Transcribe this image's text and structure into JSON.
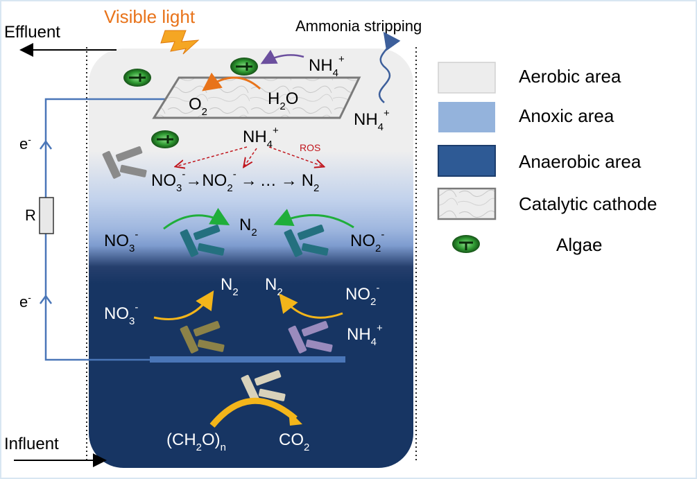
{
  "labels": {
    "visible_light": "Visible light",
    "ammonia_stripping": "Ammonia stripping",
    "effluent": "Effluent",
    "influent": "Influent",
    "resistor": "R",
    "electron": "e",
    "electron_sup": "-",
    "ros": "ROS",
    "nh4_base": "NH",
    "nh4_sub": "4",
    "nh4_sup": "+",
    "o2_base": "O",
    "o2_sub": "2",
    "h2o_h": "H",
    "h2o_sub": "2",
    "h2o_o": "O",
    "nitrification_chain": "NO3- → NO2- → … → N2",
    "no3_base": "NO",
    "no3_sub": "3",
    "no3_sup": "-",
    "no2_base": "NO",
    "no2_sub": "2",
    "no2_sup": "-",
    "n2_base": "N",
    "n2_sub": "2",
    "arrow": "→",
    "ellipsis": "…",
    "ch2o_open": "(CH",
    "ch2o_sub": "2",
    "ch2o_close": "O)",
    "ch2o_n": "n",
    "co2_base": "CO",
    "co2_sub": "2"
  },
  "legend": {
    "items": [
      {
        "label": "Aerobic area",
        "color": "#ededed"
      },
      {
        "label": "Anoxic area",
        "color": "#94b3dc"
      },
      {
        "label": "Anaerobic area",
        "color": "#2e5a95"
      },
      {
        "label": "Catalytic cathode",
        "color": "#e8e8e8"
      },
      {
        "label": "Algae",
        "color": "#2f8f2f"
      }
    ]
  },
  "colors": {
    "aerobic": "#ececec",
    "anoxic": "#a9c0e3",
    "anaerobic": "#173763",
    "circuit": "#4a76b8",
    "light": "#f5a623",
    "orange_arrow": "#e8731a",
    "green_arrow": "#1fae3a",
    "yellow_arrow": "#f3b51a",
    "red_dashed": "#c0141c",
    "purple_arrow": "#6b4f9e"
  }
}
